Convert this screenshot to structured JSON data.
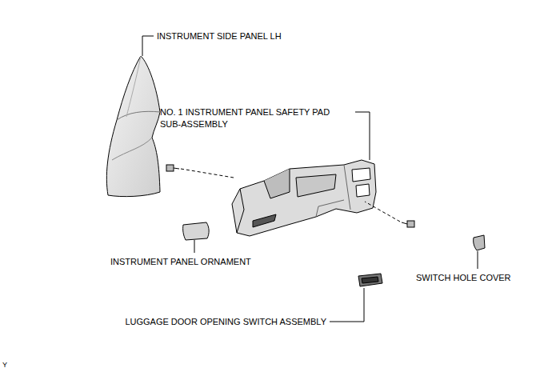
{
  "diagram": {
    "labels": [
      "INSTRUMENT SIDE PANEL LH",
      "NO. 1 INSTRUMENT PANEL SAFETY PAD SUB-ASSEMBLY",
      "INSTRUMENT PANEL ORNAMENT",
      "SWITCH HOLE COVER",
      "LUGGAGE DOOR OPENING SWITCH ASSEMBLY",
      "Y"
    ]
  }
}
